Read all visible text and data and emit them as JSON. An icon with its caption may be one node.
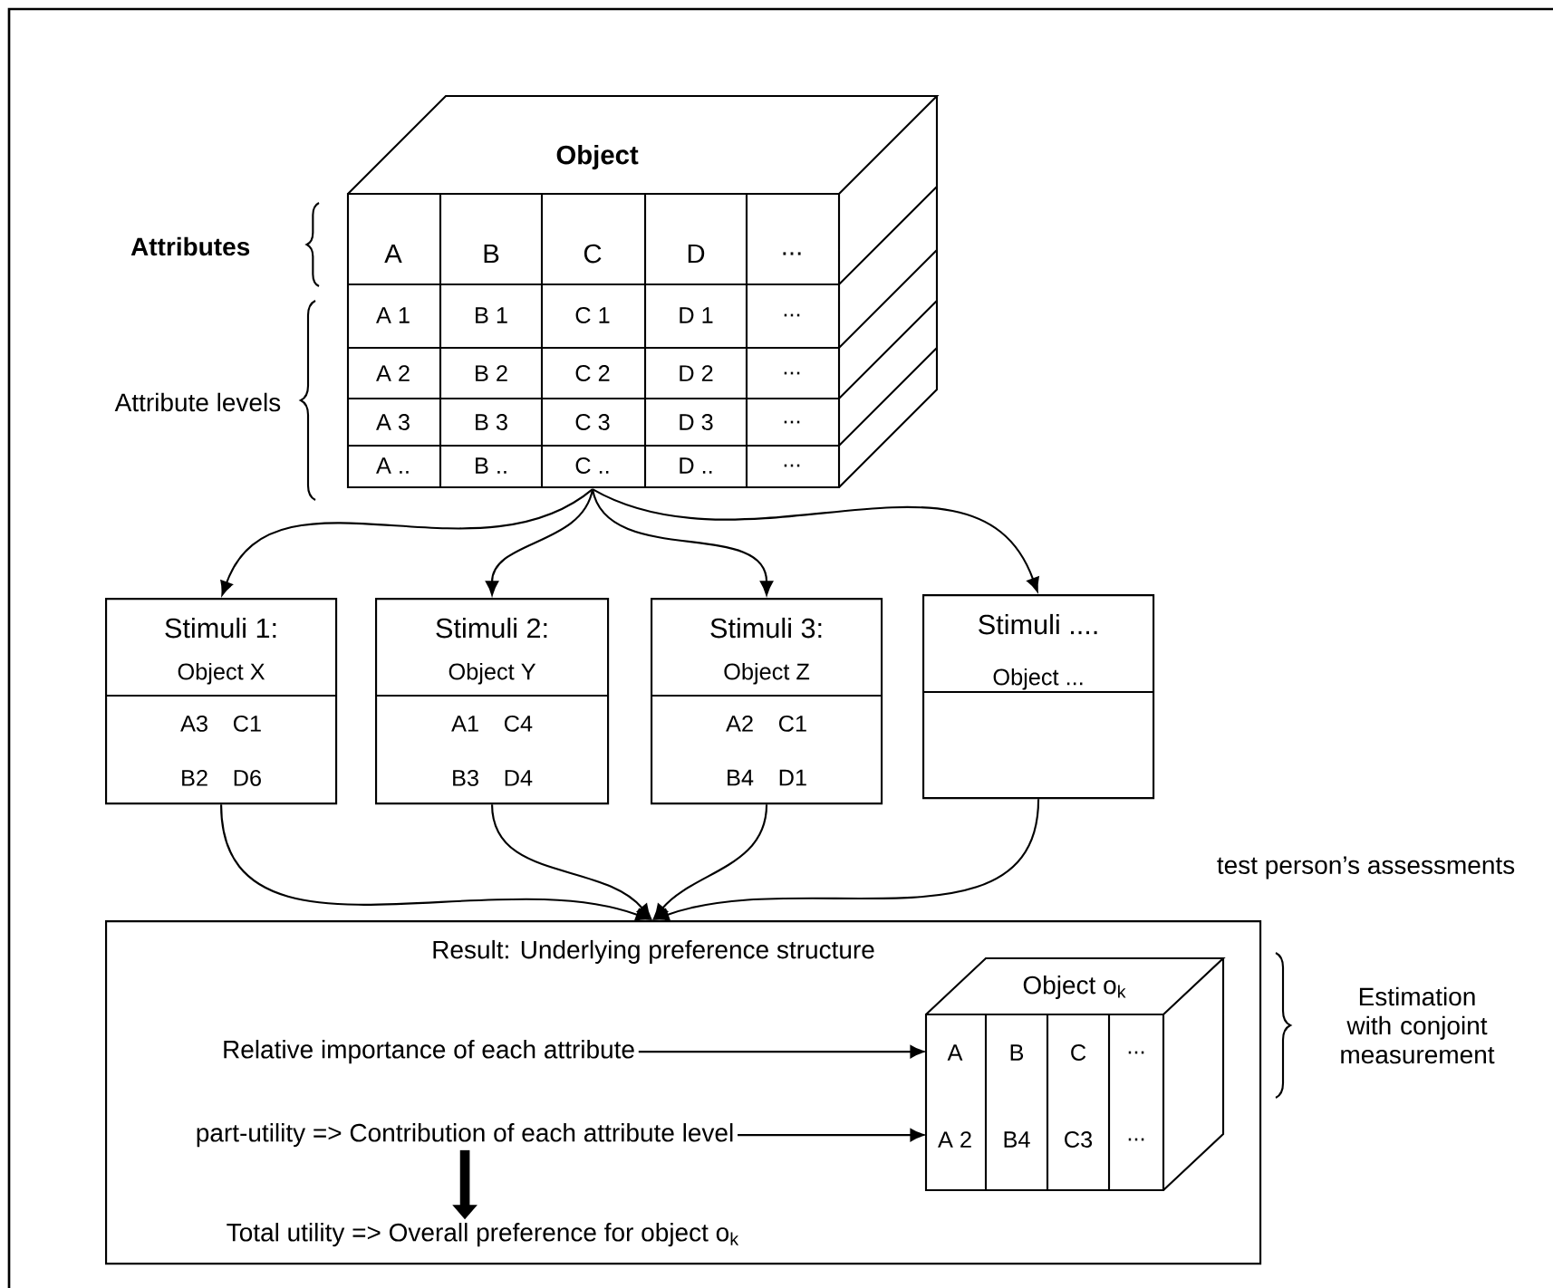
{
  "diagram": {
    "nodes": [
      {
        "text": [
          "Object"
        ]
      },
      {
        "text": [
          "Stimuli 1:",
          "Object X",
          "A3 C1",
          "B2 D6"
        ]
      },
      {
        "text": [
          "Stimuli 2:",
          "Object Y",
          "A1 C4",
          "B3 D4"
        ]
      },
      {
        "text": [
          "Stimuli 3:",
          "Object Z",
          "A2 C1",
          "B4 D1"
        ]
      },
      {
        "text": [
          "Stimuli ....",
          "Object ..."
        ]
      },
      {
        "text": [
          "Result: Underlying preference structure"
        ]
      },
      {
        "text": [
          "Relative importance of each attribute"
        ],
        "in": 5
      },
      {
        "text": [
          "part-utility => Contribution of each attribute level"
        ],
        "in": 5
      },
      {
        "text": [
          "Total utility => Overall preference for object o$_{k}$"
        ],
        "in": 5
      },
      {
        "text": [
          "Object o$_{k}$"
        ],
        "in": 5
      }
    ],
    "edges": [
      {
        "from": 0,
        "to": 1,
        "arrow": "to"
      },
      {
        "from": 0,
        "to": 2,
        "arrow": "to"
      },
      {
        "from": 0,
        "to": 3,
        "arrow": "to"
      },
      {
        "from": 0,
        "to": 4,
        "arrow": "to"
      },
      {
        "from": 1,
        "to": 5,
        "arrow": "to"
      },
      {
        "from": 2,
        "to": 5,
        "arrow": "to"
      },
      {
        "from": 3,
        "to": 5,
        "arrow": "to"
      },
      {
        "from": 4,
        "to": 5,
        "arrow": "to"
      },
      {
        "from": 6,
        "to": 9,
        "arrow": "to"
      },
      {
        "from": 7,
        "to": 9,
        "arrow": "to"
      },
      {
        "from": 7,
        "to": 8,
        "arrow": "to",
        "style": "thick"
      }
    ],
    "labels": [
      "Attributes",
      "A",
      "B",
      "C",
      "D",
      "...",
      "Attribute levels",
      "A 1",
      "B 1",
      "C 1",
      "D 1",
      "...",
      "A 2",
      "B 2",
      "C 2",
      "D 2",
      "...",
      "A 3",
      "B 3",
      "C 3",
      "D 3",
      "...",
      "A ..",
      "B ..",
      "C ..",
      "D ..",
      "...",
      "test person’s assessments",
      "A",
      "B",
      "C",
      "...",
      "A 2",
      "B4",
      "C3",
      "...",
      "Estimation with conjoint measurement"
    ]
  }
}
